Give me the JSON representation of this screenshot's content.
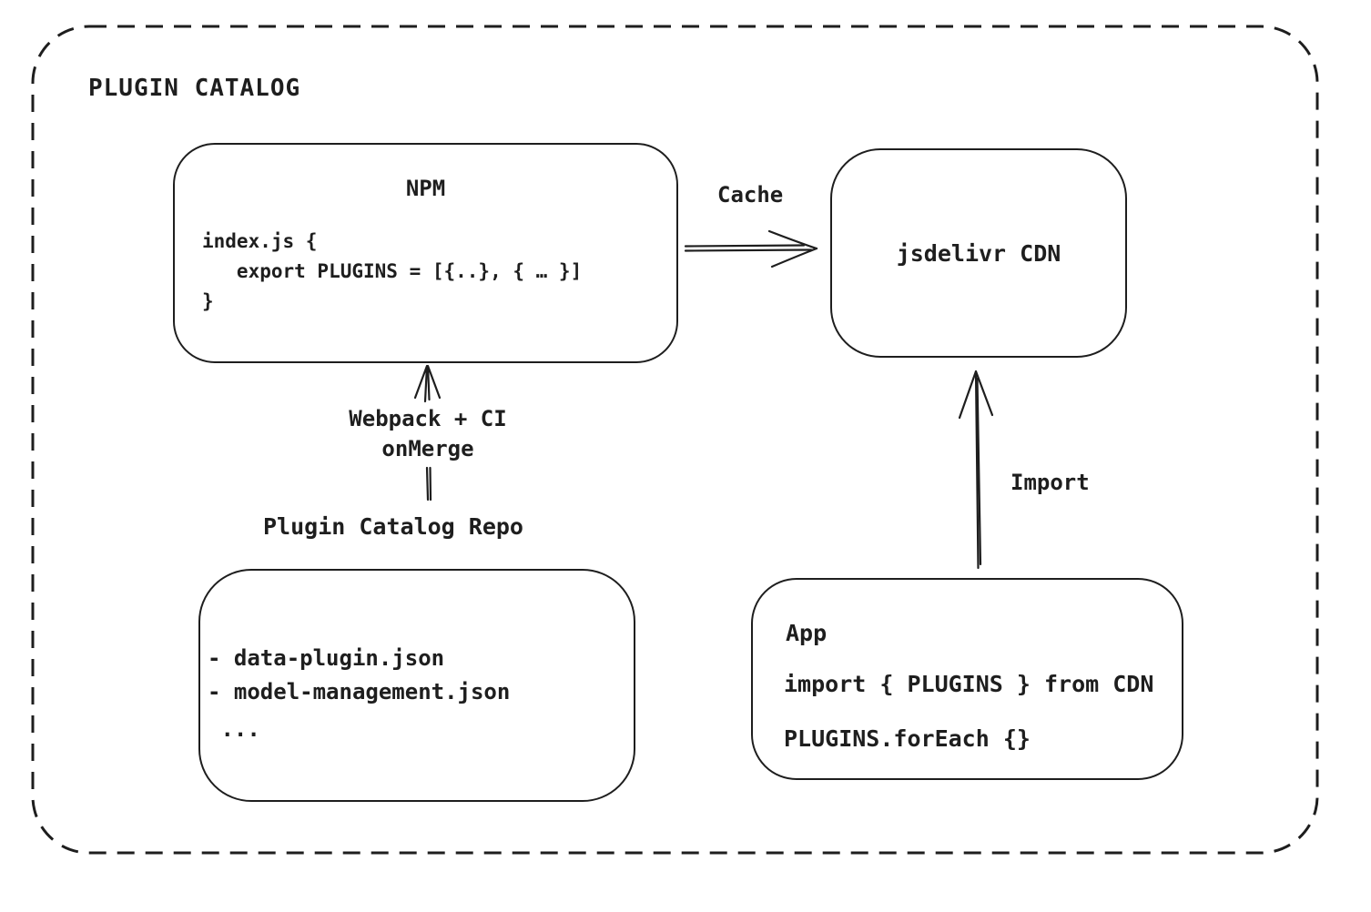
{
  "title": "PLUGIN CATALOG",
  "colors": {
    "stroke": "#1e1e1e",
    "background": "#ffffff"
  },
  "nodes": {
    "npm": {
      "title": "NPM",
      "code": [
        "index.js {",
        "   export PLUGINS = [{..}, { … }]",
        "}"
      ]
    },
    "cdn": {
      "label": "jsdelivr CDN"
    },
    "repo": {
      "label": "Plugin Catalog Repo",
      "items": [
        "- data-plugin.json",
        "- model-management.json",
        " ..."
      ]
    },
    "app": {
      "title": "App",
      "lines": [
        "import { PLUGINS } from CDN",
        "PLUGINS.forEach {}"
      ]
    }
  },
  "edges": {
    "cache": {
      "label": "Cache"
    },
    "build": {
      "label_line1": "Webpack + CI",
      "label_line2": "onMerge"
    },
    "import": {
      "label": "Import"
    }
  }
}
